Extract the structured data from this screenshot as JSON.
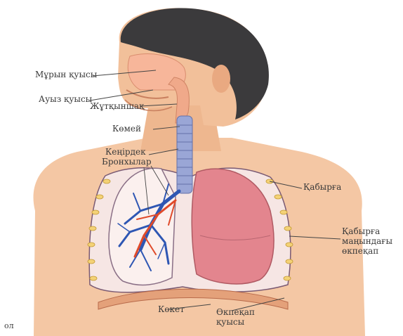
{
  "labels": {
    "nasal_cavity": "Мұрын қуысы",
    "oral_cavity": "Ауыз қуысы",
    "pharynx": "Жұтқыншақ",
    "larynx": "Көмей",
    "trachea": "Кеңірдек",
    "bronchi": "Бронхылар",
    "ribs": "Қабырға",
    "pleura_line1": "Қабырға",
    "pleura_line2": "маңындағы",
    "pleura_line3": "өкпеқап",
    "diaphragm": "Көкет",
    "pleural_cavity_line1": "Өкпеқап",
    "pleural_cavity_line2": "қуысы",
    "corner_text": "ол"
  },
  "colors": {
    "skin": "#f2c09a",
    "hair": "#3b3a3c",
    "lung_right": "#e3858e",
    "lung_left_bg": "#fbf0ee",
    "bronchi_blue": "#2e56b3",
    "bronchi_red": "#e04a2a",
    "trachea": "#9aa6d6",
    "rib": "#f4d277"
  }
}
